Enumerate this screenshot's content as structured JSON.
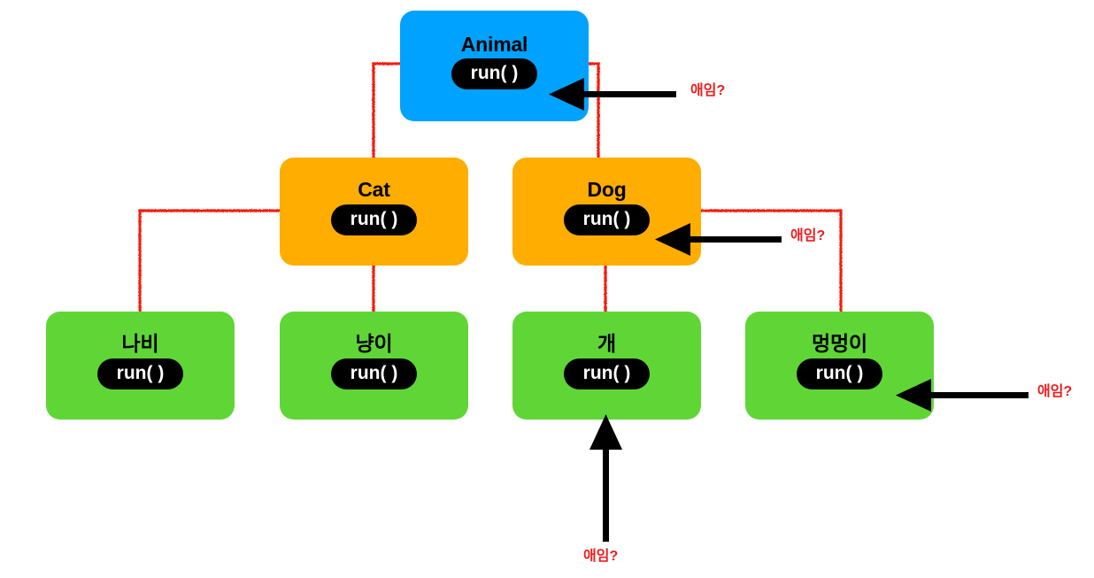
{
  "diagram": {
    "title": "Animal class inheritance hierarchy with run( ) method overriding",
    "colors": {
      "root": "#00a2ff",
      "mid": "#ffad00",
      "leaf": "#5fd635",
      "method_pill_bg": "#000000",
      "method_pill_text": "#ffffff",
      "node_label_text": "#000000",
      "edge": "#f51f0f",
      "arrow": "#000000",
      "annotation_text": "#ee1c1c",
      "background": "#ffffff"
    },
    "method_label": "run( )",
    "levels": [
      {
        "name": "root",
        "nodes": [
          {
            "id": "animal",
            "label": "Animal",
            "method": "run( )",
            "color": "root"
          }
        ]
      },
      {
        "name": "subclasses",
        "nodes": [
          {
            "id": "cat",
            "label": "Cat",
            "method": "run( )",
            "color": "mid"
          },
          {
            "id": "dog",
            "label": "Dog",
            "method": "run( )",
            "color": "mid"
          }
        ]
      },
      {
        "name": "instances",
        "nodes": [
          {
            "id": "nabi",
            "label": "나비",
            "method": "run( )",
            "color": "leaf"
          },
          {
            "id": "nyangi",
            "label": "냥이",
            "method": "run( )",
            "color": "leaf"
          },
          {
            "id": "gae",
            "label": "개",
            "method": "run( )",
            "color": "leaf"
          },
          {
            "id": "mungmungi",
            "label": "멍멍이",
            "method": "run( )",
            "color": "leaf"
          }
        ]
      }
    ],
    "edges": [
      {
        "from": "animal",
        "to": "cat"
      },
      {
        "from": "animal",
        "to": "dog"
      },
      {
        "from": "cat",
        "to": "nabi"
      },
      {
        "from": "cat",
        "to": "nyangi"
      },
      {
        "from": "dog",
        "to": "gae"
      },
      {
        "from": "dog",
        "to": "mungmungi"
      }
    ],
    "annotations": [
      {
        "id": "anno-animal",
        "text": "애임?",
        "points_to": "animal"
      },
      {
        "id": "anno-dog",
        "text": "애임?",
        "points_to": "dog"
      },
      {
        "id": "anno-mungmungi",
        "text": "애임?",
        "points_to": "mungmungi"
      },
      {
        "id": "anno-gae",
        "text": "애임?",
        "points_to": "gae"
      }
    ]
  }
}
